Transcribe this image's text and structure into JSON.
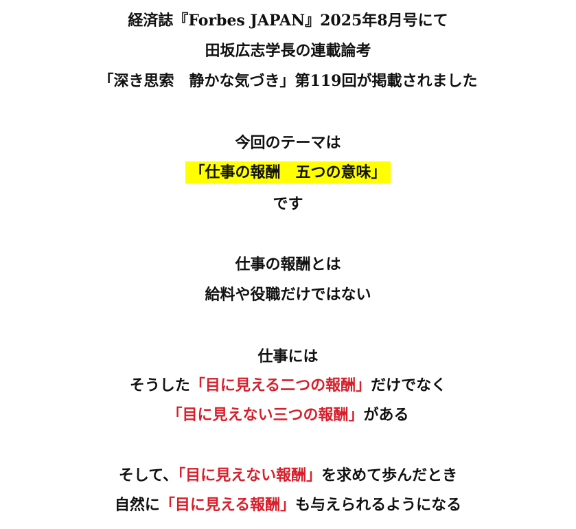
{
  "intro": {
    "line1": "経済誌『Forbes JAPAN』2025年8月号にて",
    "line2": "田坂広志学長の連載論考",
    "line3": "「深き思索　静かな気づき」第119回が掲載されました"
  },
  "theme": {
    "line1": "今回のテーマは",
    "highlight": "「仕事の報酬　五つの意味」",
    "line3": "です"
  },
  "section2": {
    "line1": "仕事の報酬とは",
    "line2": "給料や役職だけではない"
  },
  "section3": {
    "line1": "仕事には",
    "line2_pre": "そうした",
    "line2_red": "「目に見える二つの報酬」",
    "line2_post": "だけでなく",
    "line3_red": "「目に見えない三つの報酬」",
    "line3_post": "がある"
  },
  "section4": {
    "line1_pre": "そして、",
    "line1_red": "「目に見えない報酬」",
    "line1_post": "を求めて歩んだとき",
    "line2_pre": "自然に",
    "line2_red": "「目に見える報酬」",
    "line2_post": "も与えられるようになる"
  },
  "colors": {
    "text": "#111111",
    "emphasis_red": "#d81e2a",
    "highlight_yellow": "#ffff00"
  }
}
